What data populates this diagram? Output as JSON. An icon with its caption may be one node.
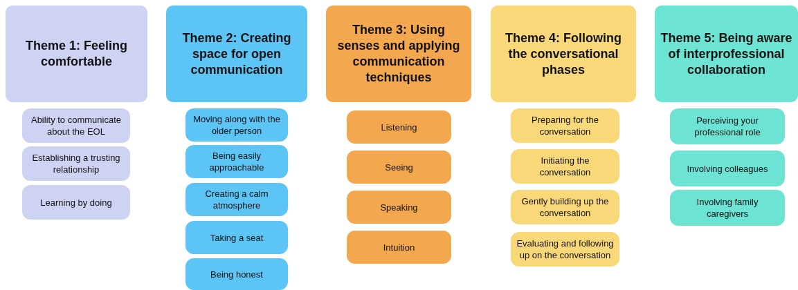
{
  "diagram": {
    "nodes": [
      {
        "text": [
          "Theme 1: Feeling comfortable"
        ]
      },
      {
        "text": [
          "Ability to communicate about the EOL"
        ]
      },
      {
        "text": [
          "Establishing a trusting relationship"
        ]
      },
      {
        "text": [
          "Learning by doing"
        ]
      },
      {
        "text": [
          "Theme 2: Creating space for open communication"
        ]
      },
      {
        "text": [
          "Moving along with the older person"
        ]
      },
      {
        "text": [
          "Being easily approachable"
        ]
      },
      {
        "text": [
          "Creating a calm atmosphere"
        ]
      },
      {
        "text": [
          "Taking a seat"
        ]
      },
      {
        "text": [
          "Being honest"
        ]
      },
      {
        "text": [
          "Theme 3: Using senses and applying communication techniques"
        ]
      },
      {
        "text": [
          "Listening"
        ]
      },
      {
        "text": [
          "Seeing"
        ]
      },
      {
        "text": [
          "Speaking"
        ]
      },
      {
        "text": [
          "Intuition"
        ]
      },
      {
        "text": [
          "Theme 4: Following the conversational phases"
        ]
      },
      {
        "text": [
          "Preparing for the conversation"
        ]
      },
      {
        "text": [
          "Initiating the conversation"
        ]
      },
      {
        "text": [
          "Gently building up the conversation"
        ]
      },
      {
        "text": [
          "Evaluating and following up on the conversation"
        ]
      },
      {
        "text": [
          "Theme 5: Being aware of interprofessional collaboration"
        ]
      },
      {
        "text": [
          "Perceiving your professional role"
        ]
      },
      {
        "text": [
          "Involving colleagues"
        ]
      },
      {
        "text": [
          "Involving family caregivers"
        ]
      }
    ]
  }
}
